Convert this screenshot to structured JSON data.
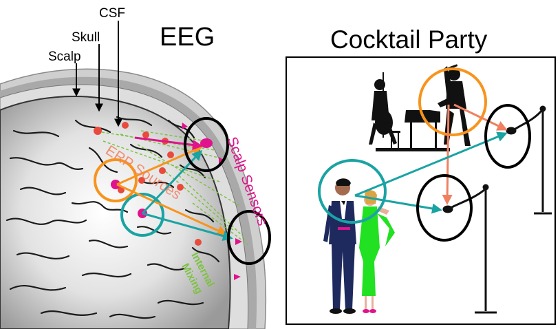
{
  "left_panel": {
    "title": "EEG",
    "layer_labels": {
      "csf": "CSF",
      "skull": "Skull",
      "scalp": "Scalp"
    },
    "erp_sources_label": "ERP Sources",
    "scalp_sensors_label": "Scalp Sensors",
    "internal_mixing_line1": "Internal",
    "internal_mixing_line2": "Mixing"
  },
  "right_panel": {
    "title": "Cocktail Party"
  },
  "colors": {
    "orange": "#f7941d",
    "teal": "#1aa3a3",
    "magenta": "#e0138c",
    "salmon": "#f08060",
    "green": "#7dc242",
    "dress_green": "#22e022",
    "black": "#000000"
  }
}
